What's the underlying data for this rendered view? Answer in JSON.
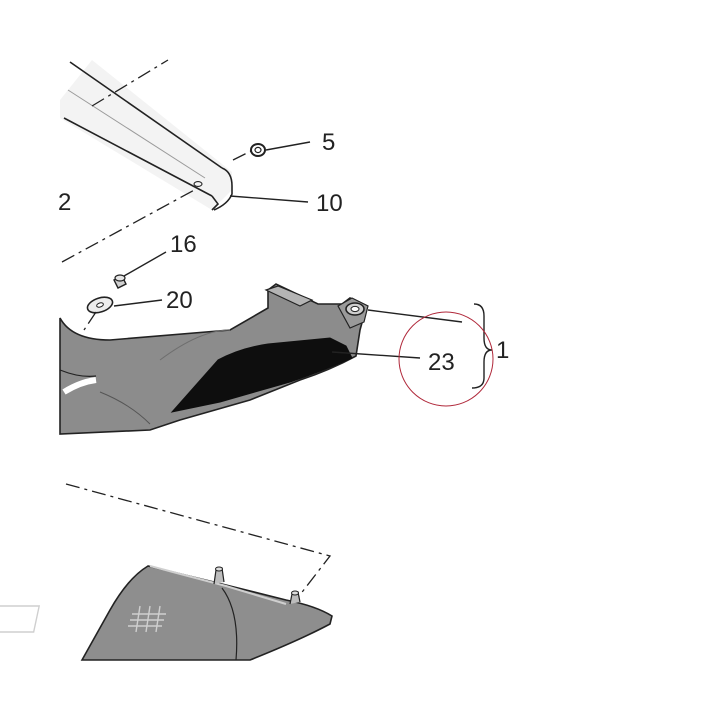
{
  "callouts": {
    "c1": "1",
    "c2": "2",
    "c5": "5",
    "c10": "10",
    "c16": "16",
    "c20": "20",
    "c23": "23"
  },
  "colors": {
    "part_fill": "#8a8a8a",
    "part_dark": "#0e0e0e",
    "bar_fill": "#f2f2f2",
    "line": "#222222",
    "highlight_circle": "#b0283a"
  }
}
